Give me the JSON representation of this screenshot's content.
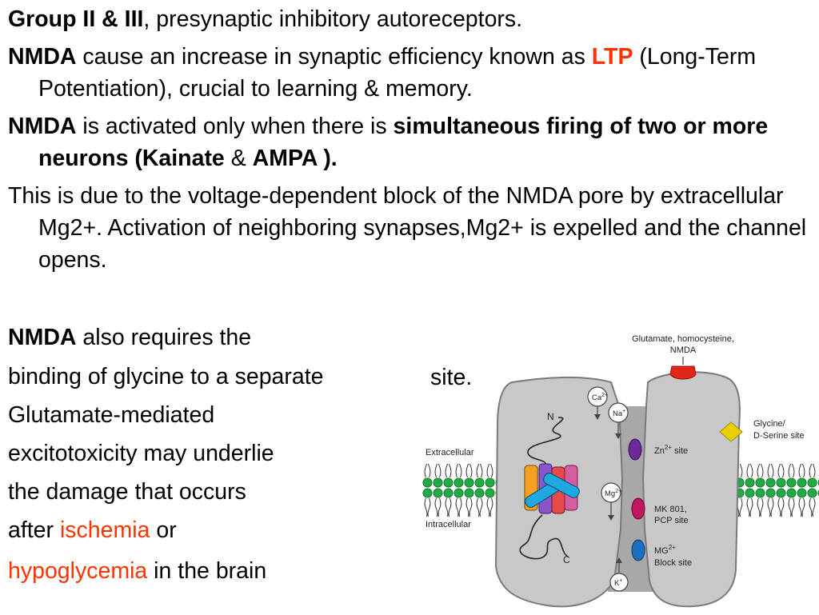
{
  "paragraphs": {
    "p1": {
      "bold": "Group II & III",
      "rest": ", presynaptic inhibitory autoreceptors."
    },
    "p2": {
      "bold": "NMDA",
      "rest1": " cause an increase in synaptic efficiency known as ",
      "ltp": "LTP",
      "rest2": " (Long-Term Potentiation), crucial to learning & memory."
    },
    "p3": {
      "bold": "NMDA",
      "rest1": " is activated only when there is ",
      "bold2": "simultaneous firing of two or more neurons (Kainate",
      "amp": " & ",
      "bold3": "AMPA )."
    },
    "p4": {
      "text": "This is due to the voltage-dependent block of the NMDA pore by extracellular Mg2+. Activation of neighboring synapses,Mg2+ is expelled and the channel opens."
    }
  },
  "lines": {
    "l1_bold": "NMDA",
    "l1_rest": " also requires the",
    "l2": "binding of glycine to a separate",
    "l2_site": "site.",
    "l3": "Glutamate-mediated",
    "l4": "excitotoxicity may underlie",
    "l5": "the damage that occurs",
    "l6_a": "after ",
    "l6_red": "ischemia",
    "l6_b": " or",
    "l7_red": "hypoglycemia",
    "l7_rest": " in the brain"
  },
  "figure": {
    "glutamate_label": "Glutamate, homocysteine,",
    "glutamate_label2": "NMDA",
    "ca_ion": "Ca",
    "ca_sup": "2+",
    "na_ion": "Na",
    "na_sup": "+",
    "n_terminal": "N",
    "c_terminal": "C",
    "extracellular": "Extracellular",
    "intracellular": "Intracellular",
    "glycine_label": "Glycine/",
    "glycine_label2": "D-Serine site",
    "zn_site": "Zn",
    "zn_sup": "2+",
    "zn_site_rest": " site",
    "mg_ion": "Mg",
    "mg_sup": "2+",
    "mk801": "MK 801,",
    "pcp": "PCP site",
    "mg_block": "MG",
    "mg_block_sup": "2+",
    "block_site": "Block site",
    "k_ion": "K",
    "k_sup": "+"
  },
  "colors": {
    "accent_red": "#ff3300",
    "receptor_gray": "#c8c8c8",
    "pore_gray": "#a8a8a8",
    "membrane_green": "#22aa44",
    "zn_purple": "#6a2a9a",
    "pcp_magenta": "#c0185e",
    "mg_blue": "#1f6fc0",
    "glycine_yellow": "#e8d000",
    "glutamate_red": "#e02818"
  }
}
